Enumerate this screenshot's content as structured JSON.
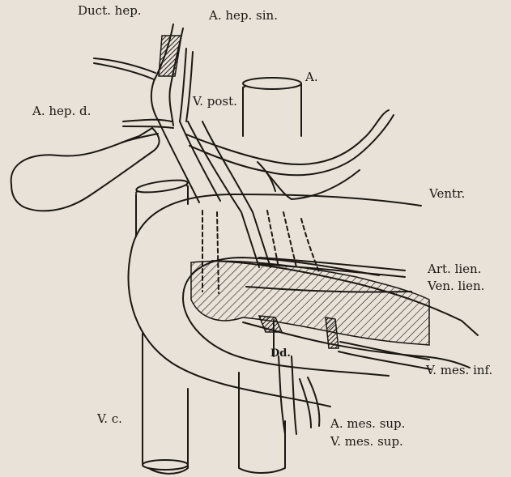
{
  "labels": {
    "duct_hep": "Duct. hep.",
    "a_hep_sin": "A. hep. sin.",
    "a": "A.",
    "a_hep_d": "A. hep. d.",
    "v_post": "V. post.",
    "ventr": "Ventr.",
    "art_lien": "Art. lien.",
    "ven_lien": "Ven. lien.",
    "dd": "Dd.",
    "v_mes_inf": "V. mes. inf.",
    "v_c": "V. c.",
    "a_mes_sup": "A. mes. sup.",
    "v_mes_sup": "V. mes. sup."
  },
  "colors": {
    "paper": "#e8e2d9",
    "ink": "#1b1712"
  }
}
